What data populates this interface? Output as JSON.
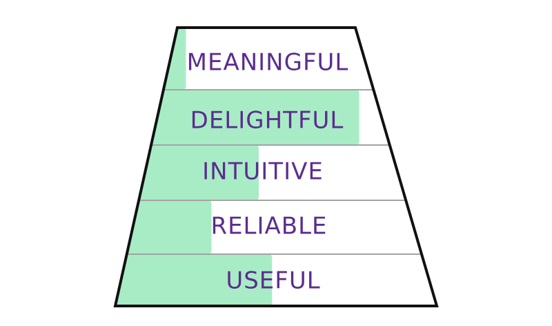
{
  "colors": {
    "outline": "#111111",
    "text": "#5b2d8e",
    "fill": "#a8ecc6",
    "divider": "#a3a3a3",
    "background": "#ffffff"
  },
  "levels": [
    {
      "label": "MEANINGFUL",
      "fill_fraction": 0.08
    },
    {
      "label": "DELIGHTFUL",
      "fill_fraction": 0.9
    },
    {
      "label": "INTUITIVE",
      "fill_fraction": 0.45
    },
    {
      "label": "RELIABLE",
      "fill_fraction": 0.28
    },
    {
      "label": "USEFUL",
      "fill_fraction": 0.49
    }
  ]
}
